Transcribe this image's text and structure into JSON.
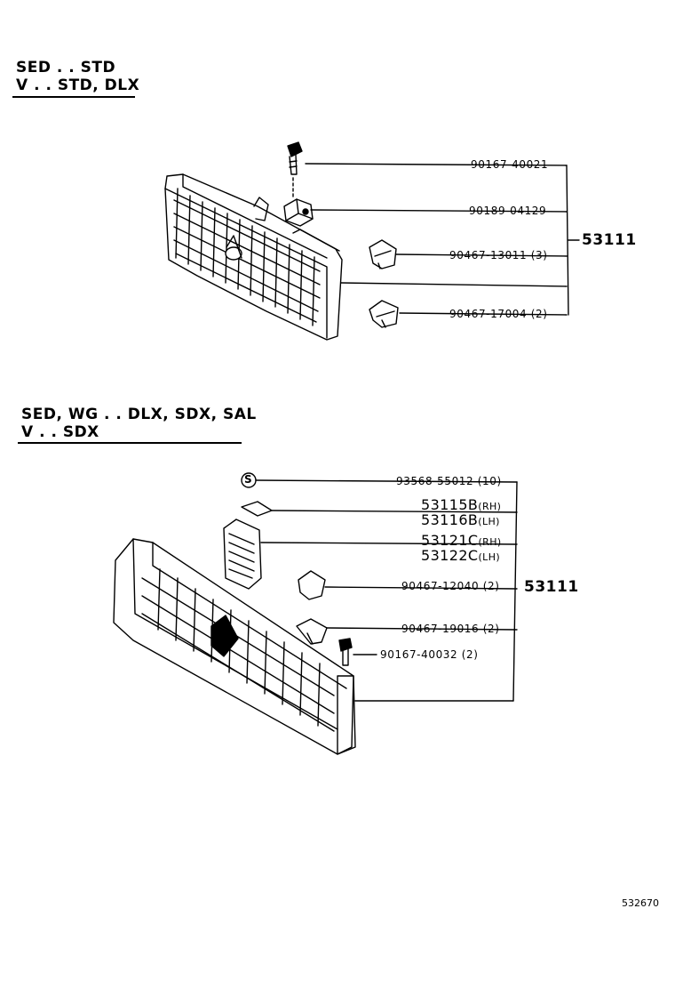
{
  "section1": {
    "heading_line1": "SED . . STD",
    "heading_line2": "V . . STD, DLX",
    "assembly": "53111",
    "parts": [
      {
        "number": "90167-40021"
      },
      {
        "number": "90189-04129"
      },
      {
        "number": "90467-13011",
        "qty": "(3)"
      },
      {
        "number": "90467-17004",
        "qty": "(2)"
      }
    ]
  },
  "section2": {
    "heading_line1": "SED, WG . . DLX, SDX, SAL",
    "heading_line2": "V . . SDX",
    "assembly": "53111",
    "screw_symbol": "S",
    "parts": [
      {
        "number": "93568-55012",
        "qty": "(10)"
      },
      {
        "number": "53115B",
        "side": "(RH)"
      },
      {
        "number": "53116B",
        "side": "(LH)"
      },
      {
        "number": "53121C",
        "side": "(RH)"
      },
      {
        "number": "53122C",
        "side": "(LH)"
      },
      {
        "number": "90467-12040",
        "qty": "(2)"
      },
      {
        "number": "90467-19016",
        "qty": "(2)"
      },
      {
        "number": "90167-40032",
        "qty": "(2)"
      }
    ]
  },
  "illustration_code": "532670"
}
